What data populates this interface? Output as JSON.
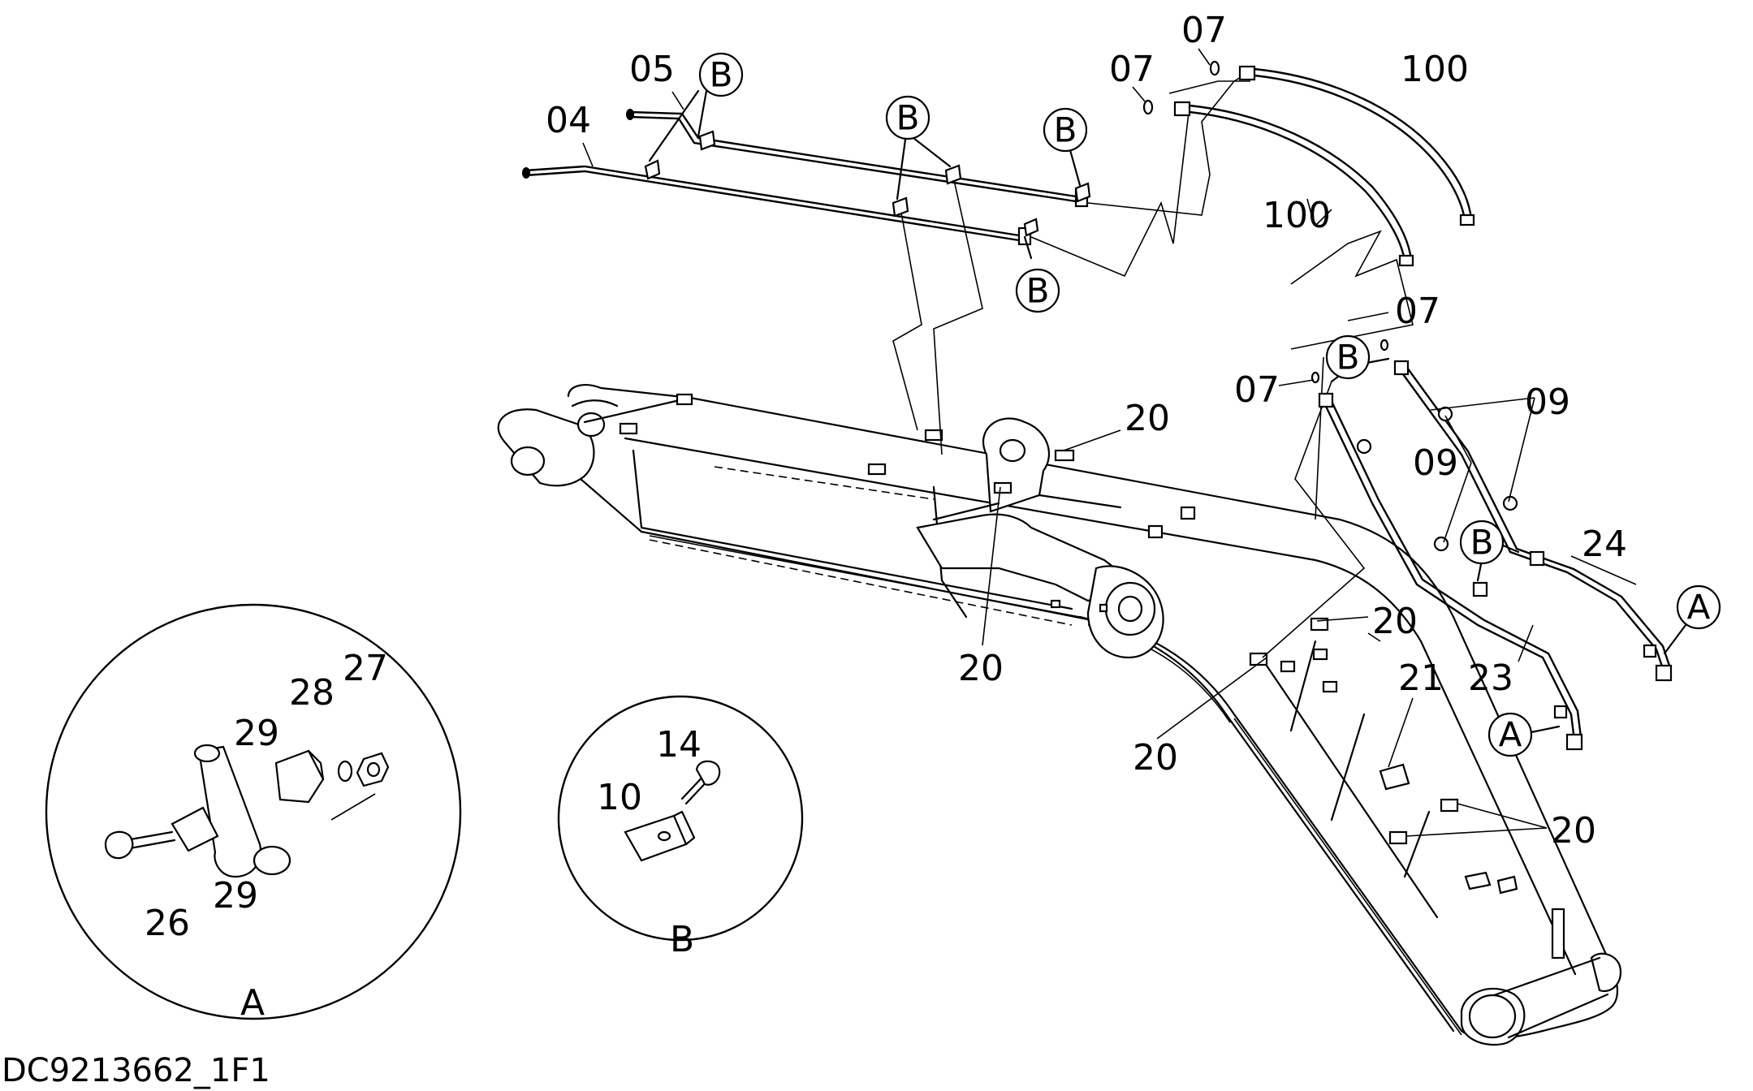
{
  "document_id": "DC9213662_1F1",
  "part_labels": {
    "p04": "04",
    "p05": "05",
    "p07a": "07",
    "p07b": "07",
    "p07c": "07",
    "p07d": "07",
    "p100a": "100",
    "p100b": "100",
    "p09a": "09",
    "p09b": "09",
    "p20a": "20",
    "p20b": "20",
    "p20c": "20",
    "p20d": "20",
    "p20e": "20",
    "p21": "21",
    "p23": "23",
    "p24": "24",
    "p26": "26",
    "p27": "27",
    "p28": "28",
    "p29a": "29",
    "p29b": "29",
    "p14": "14",
    "p10": "10"
  },
  "callouts": {
    "b": "B",
    "a": "A"
  },
  "detail_views": {
    "a_title": "A",
    "b_title": "B"
  }
}
